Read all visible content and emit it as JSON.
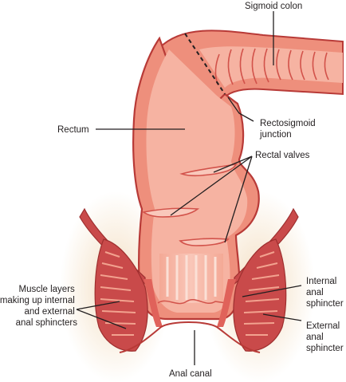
{
  "labels": {
    "sigmoid_colon": "Sigmoid colon",
    "rectum": "Rectum",
    "rectosigmoid_junction": [
      "Rectosigmoid",
      "junction"
    ],
    "rectal_valves": "Rectal valves",
    "muscle_layers": [
      "Muscle layers",
      "making up internal",
      "and external",
      "anal sphincters"
    ],
    "internal_anal_sphincter": [
      "Internal",
      "anal",
      "sphincter"
    ],
    "external_anal_sphincter": [
      "External",
      "anal",
      "sphincter"
    ],
    "anal_canal": "Anal canal"
  },
  "colors": {
    "tissue_light": "#f6b3a2",
    "tissue_mid": "#ee8f7c",
    "tissue_dark": "#d2524a",
    "outline": "#b83a37",
    "muscle_fill": "#c94a4a",
    "muscle_stripe": "#f2a28f",
    "fat_halo": "#f3ddbf",
    "leader": "#231f20"
  }
}
